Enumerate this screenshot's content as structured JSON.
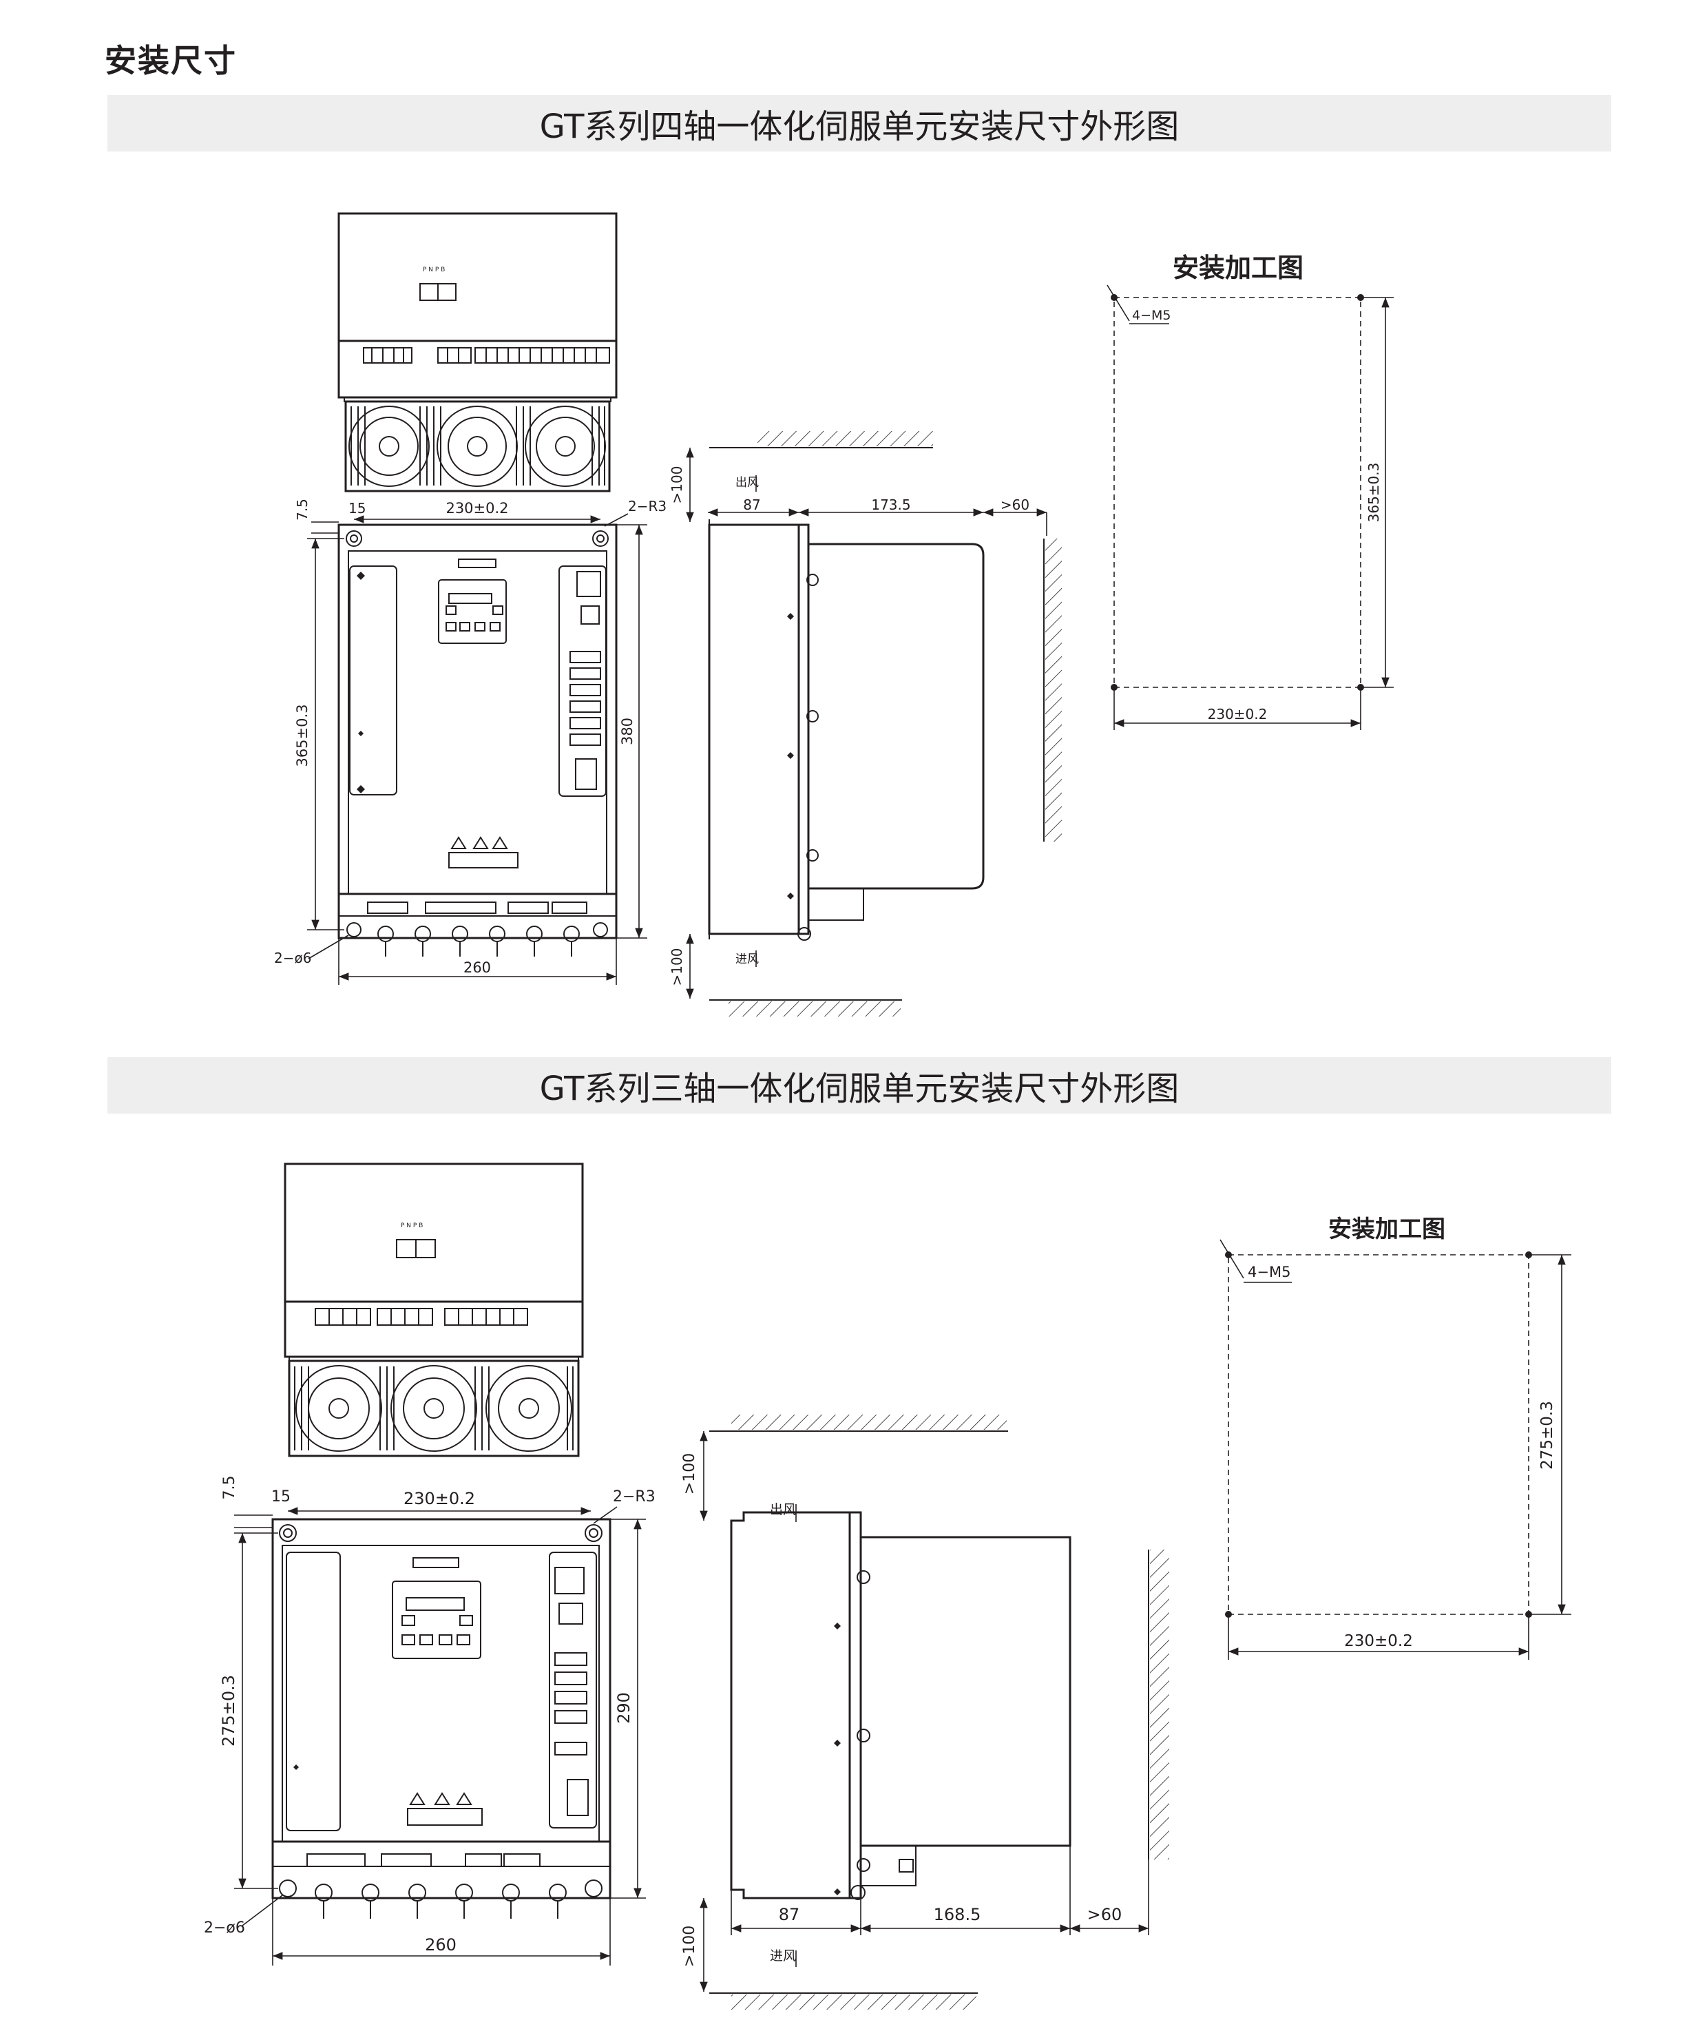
{
  "page": {
    "heading": "安装尺寸"
  },
  "sections": [
    {
      "banner": "GT系列四轴一体化伺服单元安装尺寸外形图",
      "front": {
        "width_label": "230±0.2",
        "edge_label": "15",
        "top_offset_label": "7.5",
        "corner_label": "2−R3",
        "height_label": "365±0.3",
        "total_height_label": "380",
        "hole_label": "2−ø6",
        "total_width_label": "260"
      },
      "side": {
        "dim_left": "87",
        "dim_mid": "173.5",
        "dim_right": ">60",
        "top_clearance": ">100",
        "bottom_clearance": ">100",
        "air_out": "出风",
        "air_in": "进风"
      },
      "cutout": {
        "title": "安装加工图",
        "screw_label": "4−M5",
        "height_label": "365±0.3",
        "width_label": "230±0.2"
      }
    },
    {
      "banner": "GT系列三轴一体化伺服单元安装尺寸外形图",
      "front": {
        "width_label": "230±0.2",
        "edge_label": "15",
        "top_offset_label": "7.5",
        "corner_label": "2−R3",
        "height_label": "275±0.3",
        "total_height_label": "290",
        "hole_label": "2−ø6",
        "total_width_label": "260"
      },
      "side": {
        "dim_left": "87",
        "dim_mid": "168.5",
        "dim_right": ">60",
        "top_clearance": ">100",
        "bottom_clearance": ">100",
        "air_out": "出风",
        "air_in": "进风"
      },
      "cutout": {
        "title": "安装加工图",
        "screw_label": "4−M5",
        "height_label": "275±0.3",
        "width_label": "230±0.2"
      }
    }
  ]
}
